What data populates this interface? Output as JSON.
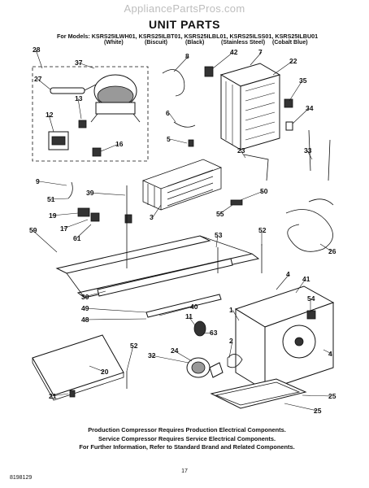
{
  "header": {
    "watermark": "AppliancePartsPros.com",
    "title": "UNIT PARTS",
    "models_line": "For Models: KSRS25ILWH01, KSRS25ILBT01, KSRS25ILBL01, KSRS25ILSS01, KSRS25ILBU01",
    "variants": [
      "(White)",
      "(Biscuit)",
      "(Black)",
      "(Stainless Steel)",
      "(Cobalt Blue)"
    ]
  },
  "callouts": [
    "28",
    "37",
    "27",
    "13",
    "12",
    "16",
    "8",
    "6",
    "5",
    "42",
    "7",
    "22",
    "35",
    "34",
    "33",
    "23",
    "9",
    "51",
    "39",
    "19",
    "17",
    "61",
    "3",
    "50",
    "55",
    "59",
    "53",
    "52",
    "26",
    "30",
    "49",
    "48",
    "40",
    "4",
    "41",
    "54",
    "1",
    "11",
    "63",
    "32",
    "24",
    "2",
    "20",
    "21",
    "52",
    "25",
    "4",
    "25"
  ],
  "notes": [
    "Production Compressor Requires Production Electrical Components.",
    "Service Compressor Requires Service Electrical Components.",
    "For Further Information, Refer to Standard Brand and Related Components."
  ],
  "footer": {
    "doc_number": "8198129",
    "page_number": "17"
  }
}
